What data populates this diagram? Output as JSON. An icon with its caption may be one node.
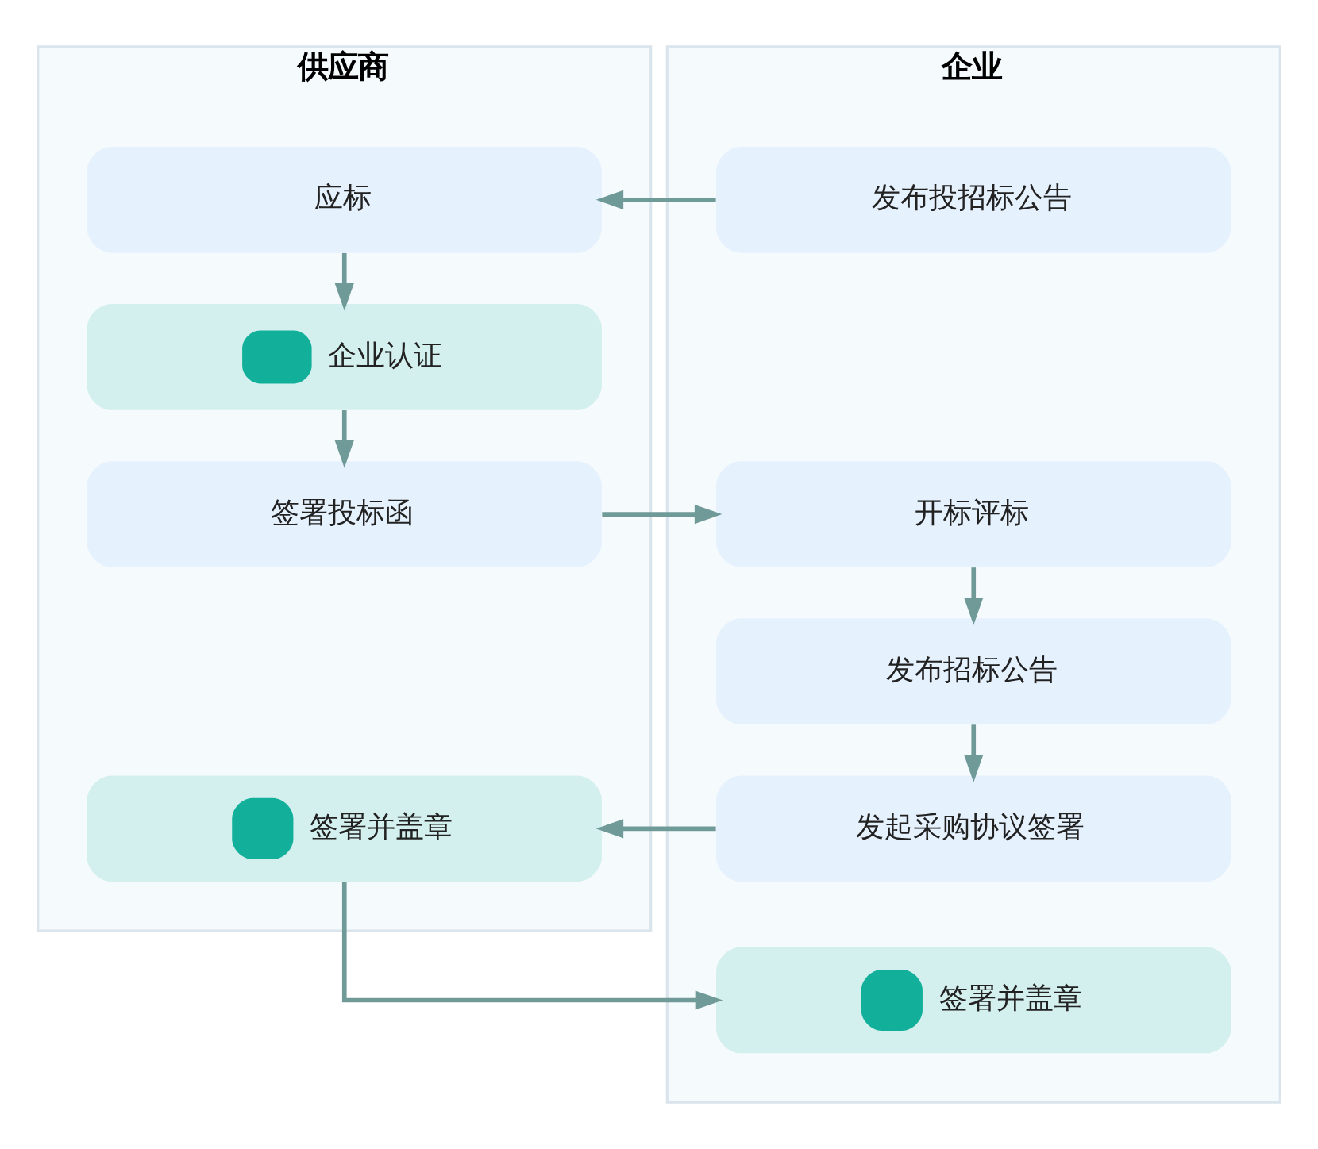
{
  "diagram": {
    "nodes": [
      {
        "text": [
          "供应商"
        ]
      },
      {
        "text": [
          "企业"
        ]
      },
      {
        "text": [
          "应标"
        ],
        "in": 0
      },
      {
        "text": [
          "发布投招标公告"
        ],
        "in": 1
      },
      {
        "text": [
          "企业认证"
        ],
        "in": 0
      },
      {
        "text": [
          "签署投标函"
        ],
        "in": 0
      },
      {
        "text": [
          "开标评标"
        ],
        "in": 1
      },
      {
        "text": [
          "发布招标公告"
        ],
        "in": 1
      },
      {
        "text": [
          "签署并盖章"
        ],
        "in": 0
      },
      {
        "text": [
          "发起采购协议签署"
        ],
        "in": 1
      },
      {
        "text": [
          "签署并盖章"
        ],
        "in": 1
      }
    ],
    "edges": [
      {
        "from": 3,
        "to": 2,
        "arrow": "to"
      },
      {
        "from": 2,
        "to": 4,
        "arrow": "to"
      },
      {
        "from": 4,
        "to": 5,
        "arrow": "to"
      },
      {
        "from": 5,
        "to": 6,
        "arrow": "to"
      },
      {
        "from": 6,
        "to": 7,
        "arrow": "to"
      },
      {
        "from": 7,
        "to": 9,
        "arrow": "to"
      },
      {
        "from": 9,
        "to": 8,
        "arrow": "to"
      },
      {
        "from": 8,
        "to": 10,
        "arrow": "to"
      }
    ]
  }
}
